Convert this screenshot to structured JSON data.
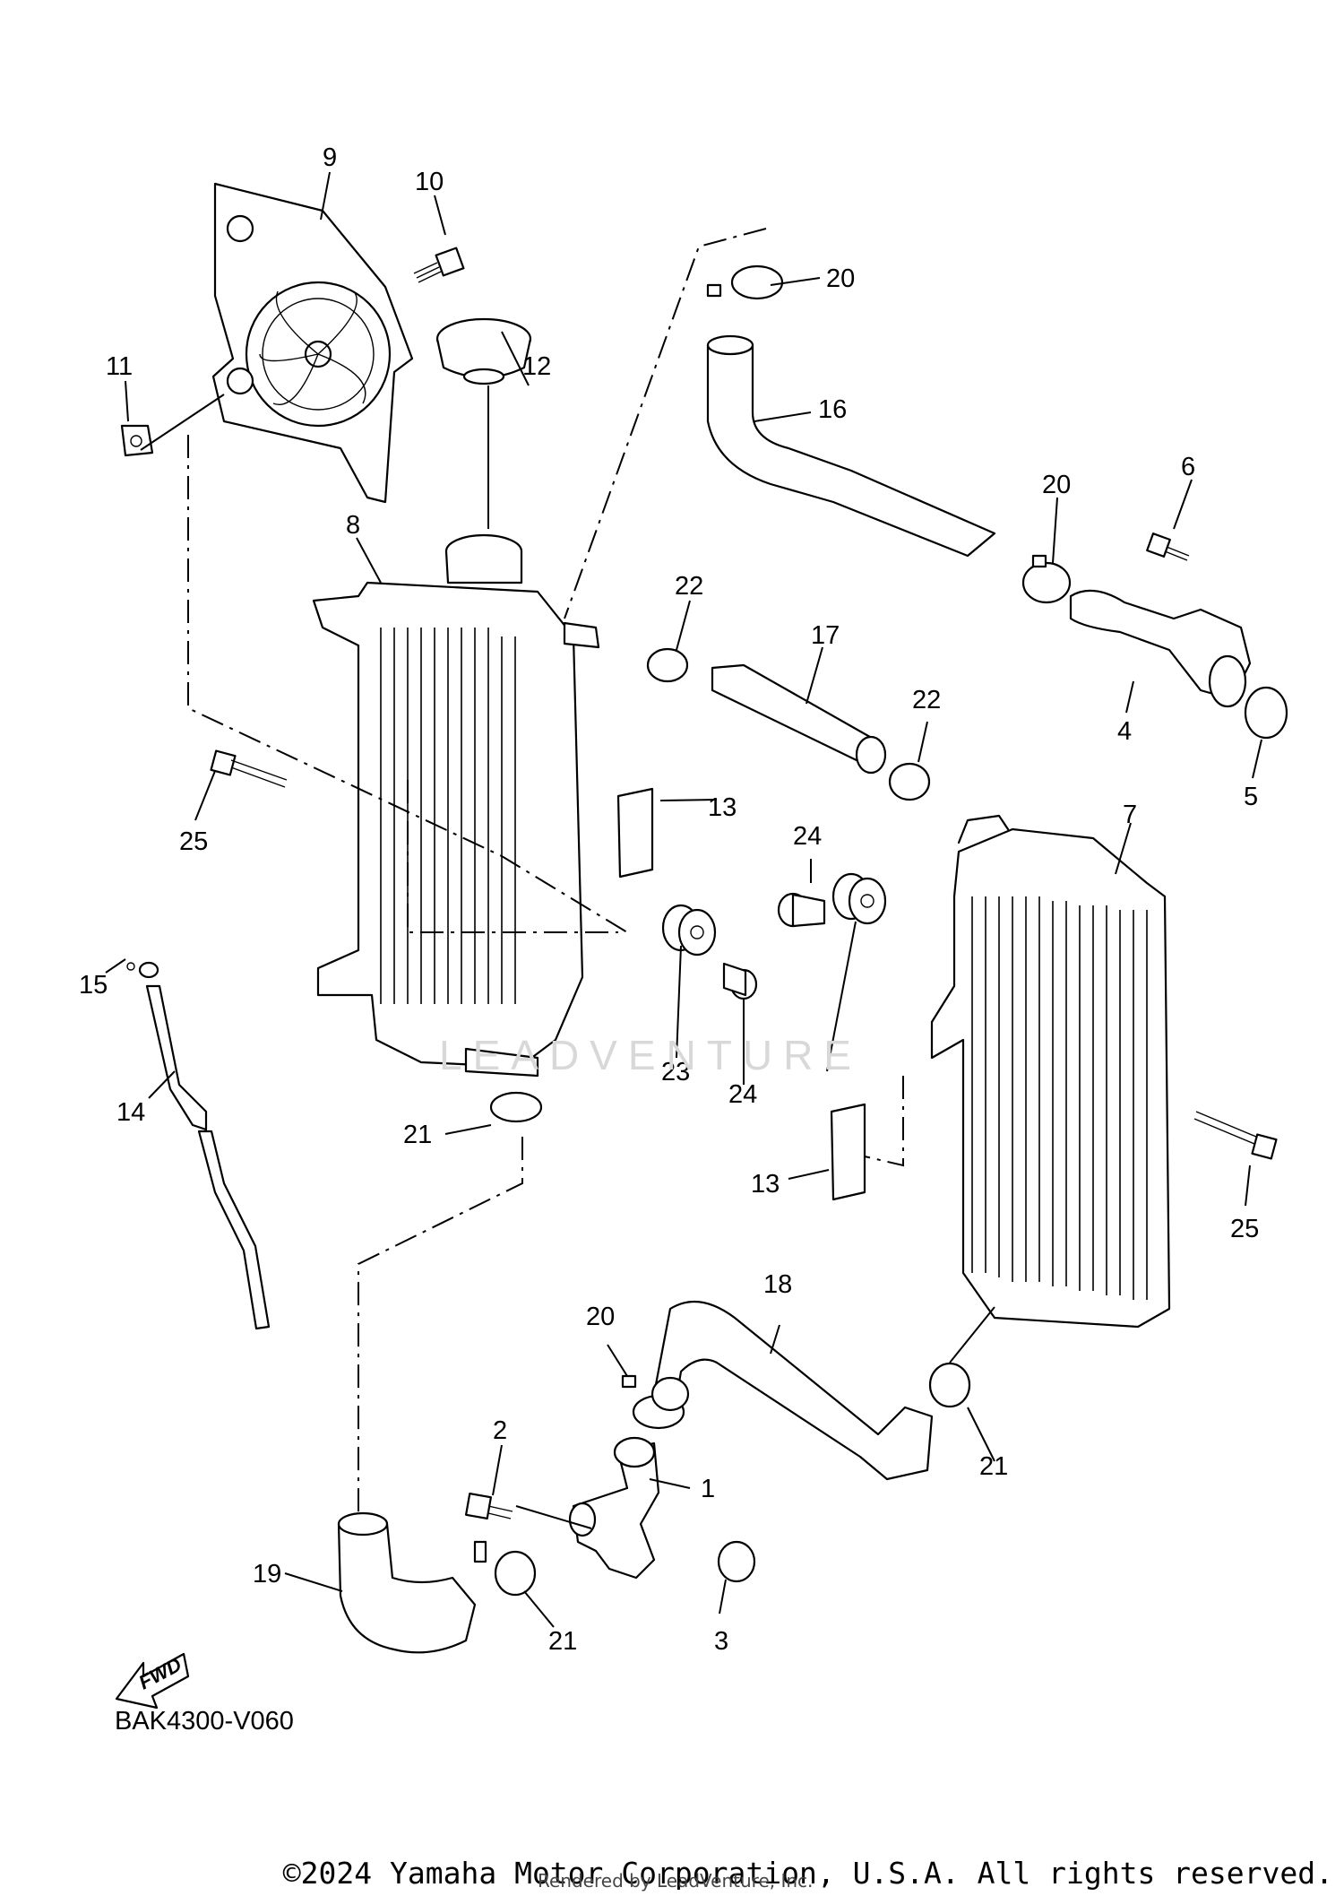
{
  "diagram": {
    "code": "BAK4300-V060",
    "fwd_label": "FWD",
    "watermark": "LEADVENTURE",
    "copyright": "©2024 Yamaha Motor Corporation, U.S.A. All rights reserved.",
    "rendered_by": "Rendered by LeadVenture, Inc.",
    "callouts": [
      "9",
      "10",
      "11",
      "12",
      "20",
      "16",
      "6",
      "20",
      "8",
      "22",
      "17",
      "4",
      "5",
      "22",
      "13",
      "7",
      "24",
      "25",
      "15",
      "23",
      "24",
      "14",
      "13",
      "21",
      "25",
      "18",
      "20",
      "21",
      "2",
      "1",
      "19",
      "21",
      "3"
    ]
  }
}
